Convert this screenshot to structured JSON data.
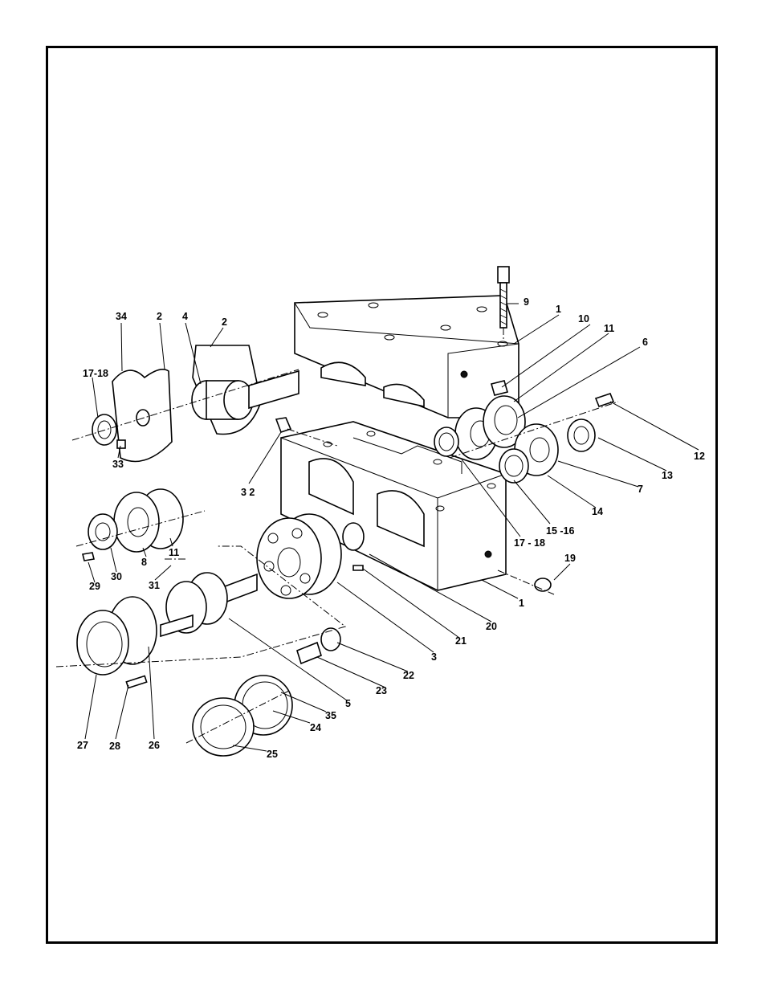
{
  "labels": [
    {
      "id": "lbl-34",
      "text": "34"
    },
    {
      "id": "lbl-2a",
      "text": "2"
    },
    {
      "id": "lbl-4",
      "text": "4"
    },
    {
      "id": "lbl-2b",
      "text": "2"
    },
    {
      "id": "lbl-17-18a",
      "text": "17-18"
    },
    {
      "id": "lbl-33",
      "text": "33"
    },
    {
      "id": "lbl-9",
      "text": "9"
    },
    {
      "id": "lbl-1a",
      "text": "1"
    },
    {
      "id": "lbl-10",
      "text": "10"
    },
    {
      "id": "lbl-11a",
      "text": "11"
    },
    {
      "id": "lbl-6",
      "text": "6"
    },
    {
      "id": "lbl-12",
      "text": "12"
    },
    {
      "id": "lbl-13",
      "text": "13"
    },
    {
      "id": "lbl-7",
      "text": "7"
    },
    {
      "id": "lbl-14",
      "text": "14"
    },
    {
      "id": "lbl-15-16",
      "text": "15 -16"
    },
    {
      "id": "lbl-17-18b",
      "text": "17 - 18"
    },
    {
      "id": "lbl-32",
      "text": "3 2"
    },
    {
      "id": "lbl-11b",
      "text": "11"
    },
    {
      "id": "lbl-8",
      "text": "8"
    },
    {
      "id": "lbl-29",
      "text": "29"
    },
    {
      "id": "lbl-30",
      "text": "30"
    },
    {
      "id": "lbl-31",
      "text": "31"
    },
    {
      "id": "lbl-19",
      "text": "19"
    },
    {
      "id": "lbl-1b",
      "text": "1"
    },
    {
      "id": "lbl-20",
      "text": "20"
    },
    {
      "id": "lbl-21",
      "text": "21"
    },
    {
      "id": "lbl-3",
      "text": "3"
    },
    {
      "id": "lbl-22",
      "text": "22"
    },
    {
      "id": "lbl-23",
      "text": "23"
    },
    {
      "id": "lbl-5",
      "text": "5"
    },
    {
      "id": "lbl-35",
      "text": "35"
    },
    {
      "id": "lbl-24",
      "text": "24"
    },
    {
      "id": "lbl-25",
      "text": "25"
    },
    {
      "id": "lbl-27",
      "text": "27"
    },
    {
      "id": "lbl-28",
      "text": "28"
    },
    {
      "id": "lbl-26",
      "text": "26"
    }
  ]
}
